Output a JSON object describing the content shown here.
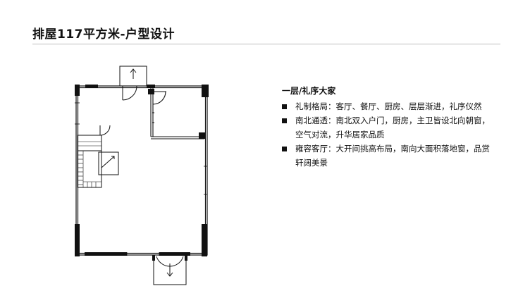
{
  "page": {
    "title": "排屋117平方米-户型设计"
  },
  "description": {
    "heading": "一层/礼序大家",
    "items": [
      "礼制格局：客厅、餐厅、厨房、层层渐进，礼序仪然",
      "南北通透：南北双入户门，厨房，主卫皆设北向朝窗，空气对流，升华居家品质",
      "雍容客厅：大开间挑高布局，南向大面积落地窗，品赏轩阔美景"
    ]
  },
  "colors": {
    "text": "#111111",
    "wall": "#111111",
    "rule": "#bdbdbd"
  }
}
